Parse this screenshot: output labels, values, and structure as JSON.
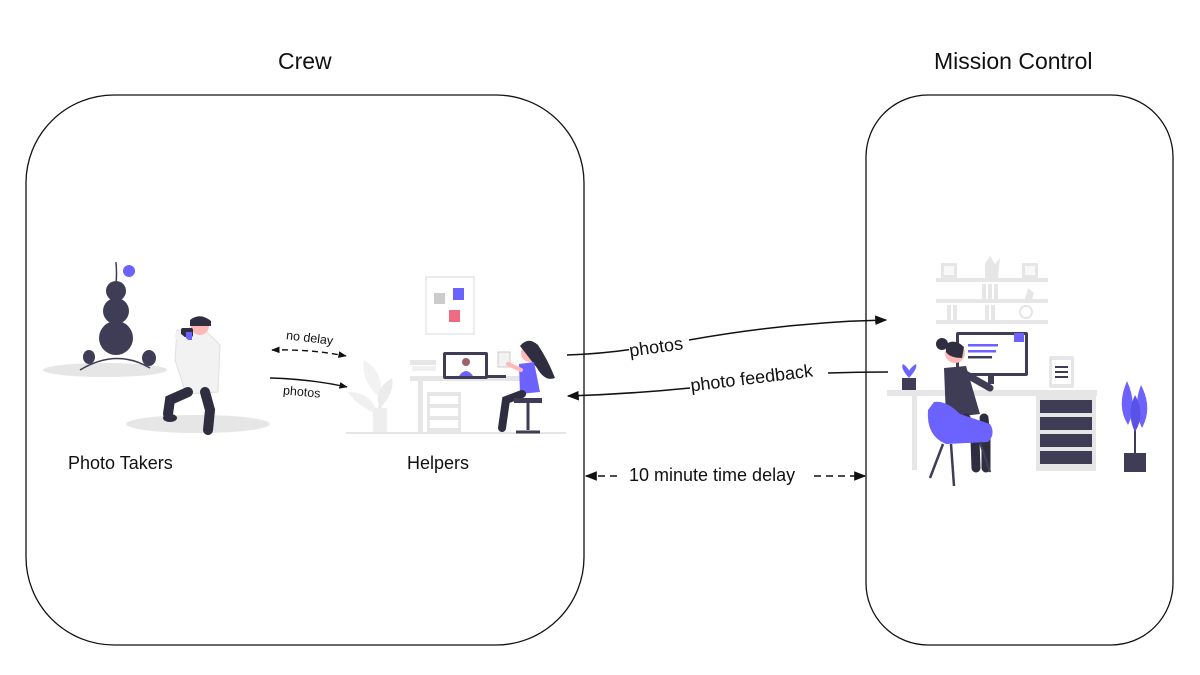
{
  "groups": {
    "crew": {
      "title": "Crew"
    },
    "mission_control": {
      "title": "Mission Control"
    }
  },
  "nodes": {
    "photo_takers": "Photo Takers",
    "helpers": "Helpers"
  },
  "edges": {
    "no_delay": "no delay",
    "photos_internal": "photos",
    "photos_to_mc": "photos",
    "photo_feedback": "photo feedback",
    "time_delay": "10 minute time delay"
  },
  "colors": {
    "outline": "#111111",
    "accent": "#6c63ff",
    "accent_pink": "#f06a82",
    "figure_dark": "#3f3d56",
    "hair": "#2f2e41",
    "light_gray": "#e6e6e6",
    "mid_gray": "#cccccc",
    "skin": "#ffb8b8"
  }
}
